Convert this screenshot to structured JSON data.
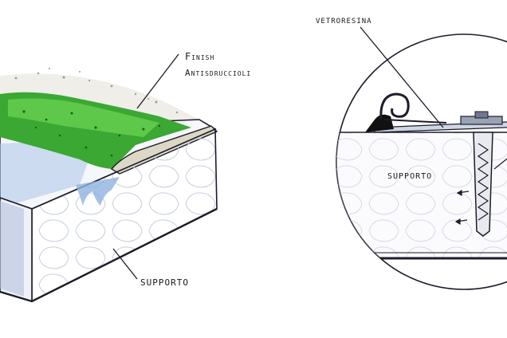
{
  "labels": {
    "finish_line1": "Finish",
    "finish_line2": "Antisdruccioli",
    "supporto_left": "supporto",
    "vetroresina": "vetroresina",
    "supporto_right": "supporto"
  },
  "colors": {
    "grass_dark": "#2f9a2a",
    "grass_light": "#62c94a",
    "ink": "#1c1c2a",
    "core": "#f3f5fb",
    "blue_wash": "#a9c4e6",
    "gravel": "#d9d2c2"
  }
}
